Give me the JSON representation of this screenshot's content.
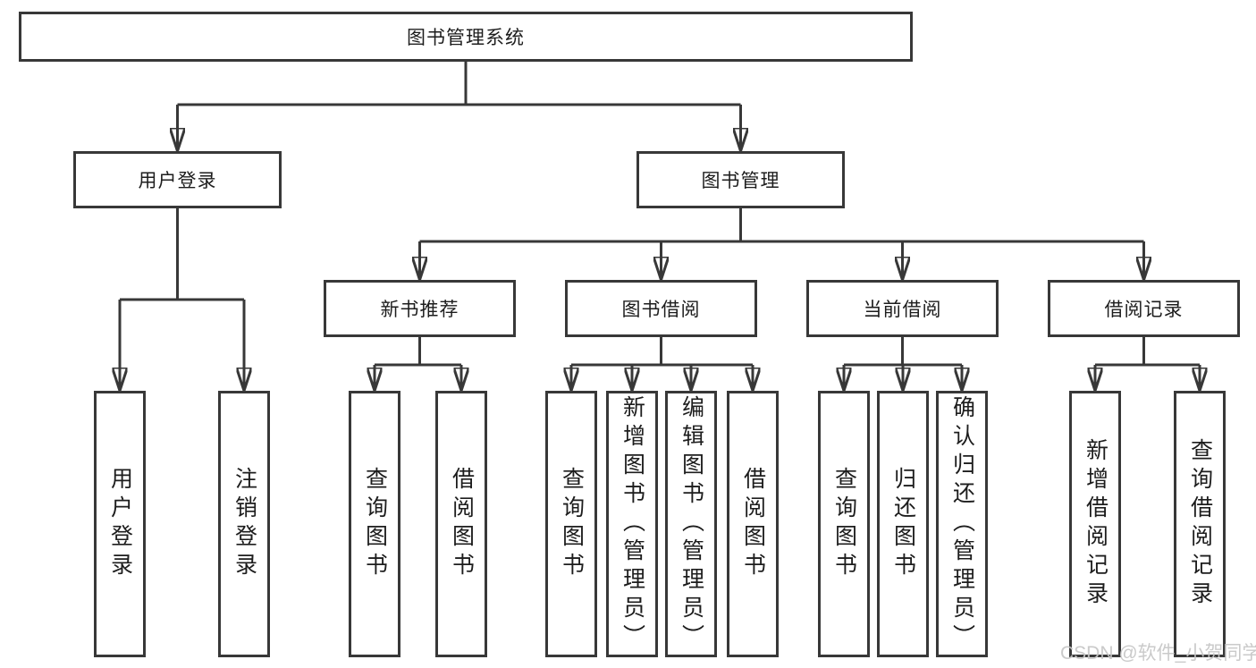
{
  "diagram": {
    "root": {
      "label": "图书管理系统"
    },
    "branches": [
      {
        "label": "用户登录",
        "leaves": [
          {
            "label": "用户登录"
          },
          {
            "label": "注销登录"
          }
        ]
      },
      {
        "label": "图书管理",
        "groups": [
          {
            "label": "新书推荐",
            "leaves": [
              {
                "label": "查询图书"
              },
              {
                "label": "借阅图书"
              }
            ]
          },
          {
            "label": "图书借阅",
            "leaves": [
              {
                "label": "查询图书"
              },
              {
                "label": "新增图书（管理员）"
              },
              {
                "label": "编辑图书（管理员）"
              },
              {
                "label": "借阅图书"
              }
            ]
          },
          {
            "label": "当前借阅",
            "leaves": [
              {
                "label": "查询图书"
              },
              {
                "label": "归还图书"
              },
              {
                "label": "确认归还（管理员）"
              }
            ]
          },
          {
            "label": "借阅记录",
            "leaves": [
              {
                "label": "新增借阅记录"
              },
              {
                "label": "查询借阅记录"
              }
            ]
          }
        ]
      }
    ]
  },
  "watermark": "CSDN @软件_小贺同学",
  "colors": {
    "line": "#383838",
    "text": "#1d1d1d",
    "watermark": "#c6c6c6",
    "background": "#ffffff"
  }
}
